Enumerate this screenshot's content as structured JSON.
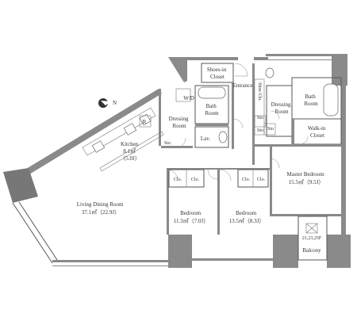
{
  "rooms": {
    "shoes_in_closet": [
      "Shoes-in",
      "Closet"
    ],
    "entrance": "Entrance",
    "shoe_clo": "Shoe Clo.",
    "wd": "W/D",
    "bath_left": [
      "Bath",
      "Room"
    ],
    "dressing_left": [
      "Dressing",
      "Room"
    ],
    "dressing_right": [
      "Dressing",
      "Room"
    ],
    "bath_right": [
      "Bath",
      "Room"
    ],
    "walk_in_closet": [
      "Walk-in",
      "Closet"
    ],
    "lav": "Lav.",
    "kitchen": [
      "Kitchen",
      "8.1㎡",
      "（5.0J）"
    ],
    "r": "R",
    "sto_small": "Sto",
    "sto_1": "Sto",
    "sto_2": "Sto",
    "sto_3": "Sto",
    "living": [
      "Living Dining Room",
      "37.1㎡（22.9J）"
    ],
    "clo_1": "Clo.",
    "clo_2": "Clo.",
    "clo_3": "Clo.",
    "clo_4": "Clo.",
    "bedroom_1": [
      "Bedroom",
      "11.3㎡（7.0J）"
    ],
    "bedroom_2": [
      "Bedroom",
      "13.5㎡（8.3J）"
    ],
    "master_bedroom": [
      "Master Bedroom",
      "15.5㎡（9.5J）"
    ],
    "floors": "21,23,25F",
    "balcony": "Balcony"
  },
  "compass": {
    "label": "N",
    "icon": "north-arrow-icon"
  },
  "colors": {
    "wall": "#8a8a8a",
    "line": "#555555",
    "text": "#333333"
  }
}
